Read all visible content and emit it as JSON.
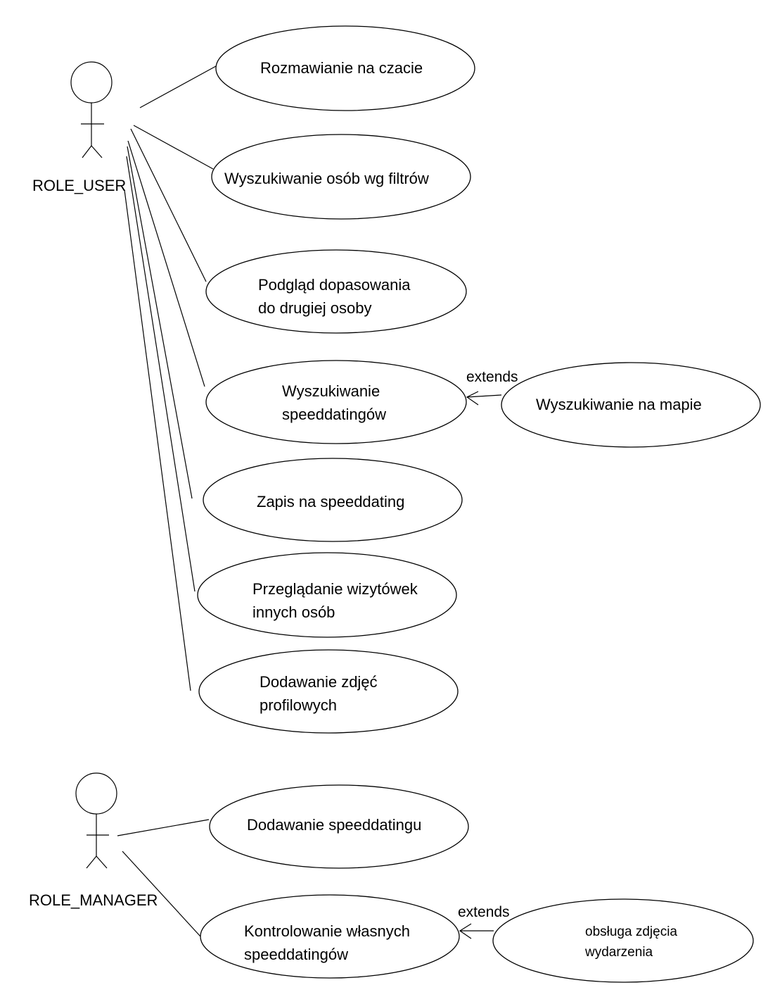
{
  "actors": {
    "user": {
      "label": "ROLE_USER"
    },
    "manager": {
      "label": "ROLE_MANAGER"
    }
  },
  "use_cases": {
    "chat": [
      "Rozmawianie na czacie"
    ],
    "search_filters": [
      "Wyszukiwanie osób wg filtrów"
    ],
    "match_preview": [
      "Podgląd dopasowania",
      "do drugiej osoby"
    ],
    "search_speeddatings": [
      "Wyszukiwanie",
      "speeddatingów"
    ],
    "search_map": [
      "Wyszukiwanie na mapie"
    ],
    "signup_speeddating": [
      "Zapis na speeddating"
    ],
    "browse_cards": [
      "Przeglądanie wizytówek",
      "innych osób"
    ],
    "add_photos": [
      "Dodawanie zdjęć",
      "profilowych"
    ],
    "add_speeddating": [
      "Dodawanie speeddatingu"
    ],
    "control_own": [
      "Kontrolowanie własnych",
      "speeddatingów"
    ],
    "event_photo": [
      "obsługa zdjęcia",
      "wydarzenia"
    ]
  },
  "relations": {
    "extends_1": "extends",
    "extends_2": "extends"
  }
}
